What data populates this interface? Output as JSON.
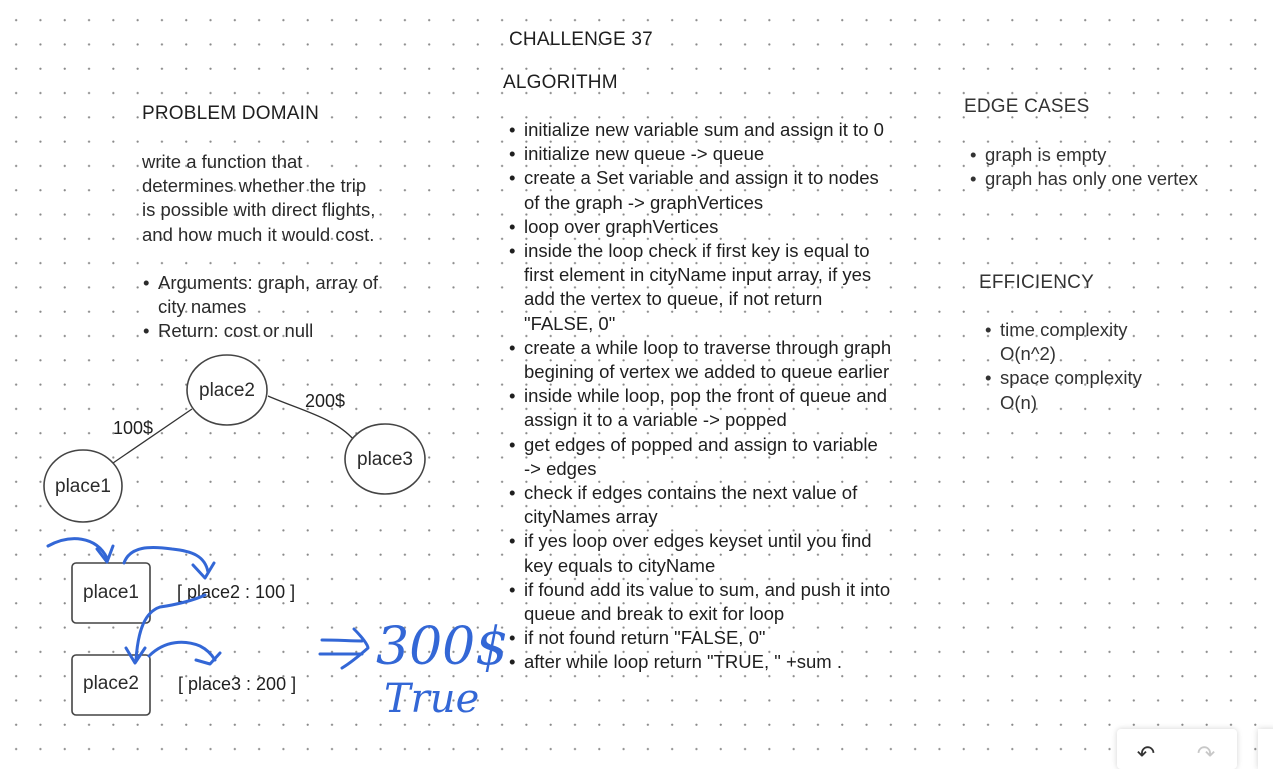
{
  "title": "CHALLENGE 37",
  "algorithm": {
    "heading": "ALGORITHM",
    "steps": [
      [
        "initialize new variable sum and assign it to 0"
      ],
      [
        "initialize new queue -> queue"
      ],
      [
        "create a Set variable and assign it to nodes",
        "of the graph -> graphVertices"
      ],
      [
        "loop over graphVertices"
      ],
      [
        "inside the loop check if first key is equal to",
        "first element in cityName input array, if yes",
        "add the vertex to queue, if not return",
        "\"FALSE, 0\""
      ],
      [
        "create a while loop to traverse through graph",
        "begining of vertex we added to queue earlier"
      ],
      [
        "inside while loop, pop the front of queue and",
        "assign it to a variable -> popped"
      ],
      [
        "get edges of popped and assign to variable",
        "-> edges"
      ],
      [
        "check if edges contains the next value of",
        "cityNames array"
      ],
      [
        "if yes loop over edges keyset until you find",
        "key equals to cityName"
      ],
      [
        "if found add its value to sum, and push it into",
        "queue and break to exit for loop"
      ],
      [
        "if not found return \"FALSE, 0\""
      ],
      [
        "after while loop return \"TRUE, \" +sum ."
      ]
    ]
  },
  "problem_domain": {
    "heading": "PROBLEM DOMAIN",
    "description_lines": [
      "write a function that",
      "determines whether the trip",
      "is possible with direct flights,",
      "and how much it would cost."
    ],
    "items": [
      [
        "Arguments: graph, array of",
        "city names"
      ],
      [
        "Return: cost or null"
      ]
    ]
  },
  "edge_cases": {
    "heading": "EDGE CASES",
    "items": [
      "graph is empty",
      "graph has only one vertex"
    ]
  },
  "efficiency": {
    "heading": "EFFICIENCY",
    "items": [
      [
        "time complexity",
        "O(n^2)"
      ],
      [
        "space complexity",
        "O(n)"
      ]
    ]
  },
  "graph": {
    "nodes": [
      "place1",
      "place2",
      "place3"
    ],
    "edges": [
      {
        "from": "place1",
        "to": "place2",
        "label": "100$"
      },
      {
        "from": "place2",
        "to": "place3",
        "label": "200$"
      }
    ]
  },
  "adjacency": [
    {
      "node": "place1",
      "value": "[ place2 : 100 ]"
    },
    {
      "node": "place2",
      "value": "[ place3 : 200 ]"
    }
  ],
  "handwritten": {
    "result_amount": "300$",
    "result_bool": "True"
  },
  "colors": {
    "ink": "#3367d6",
    "stroke": "#444444",
    "text": "#1f1f1f"
  },
  "toolbar": {
    "undo_icon": "undo-icon",
    "redo_icon": "redo-icon"
  }
}
